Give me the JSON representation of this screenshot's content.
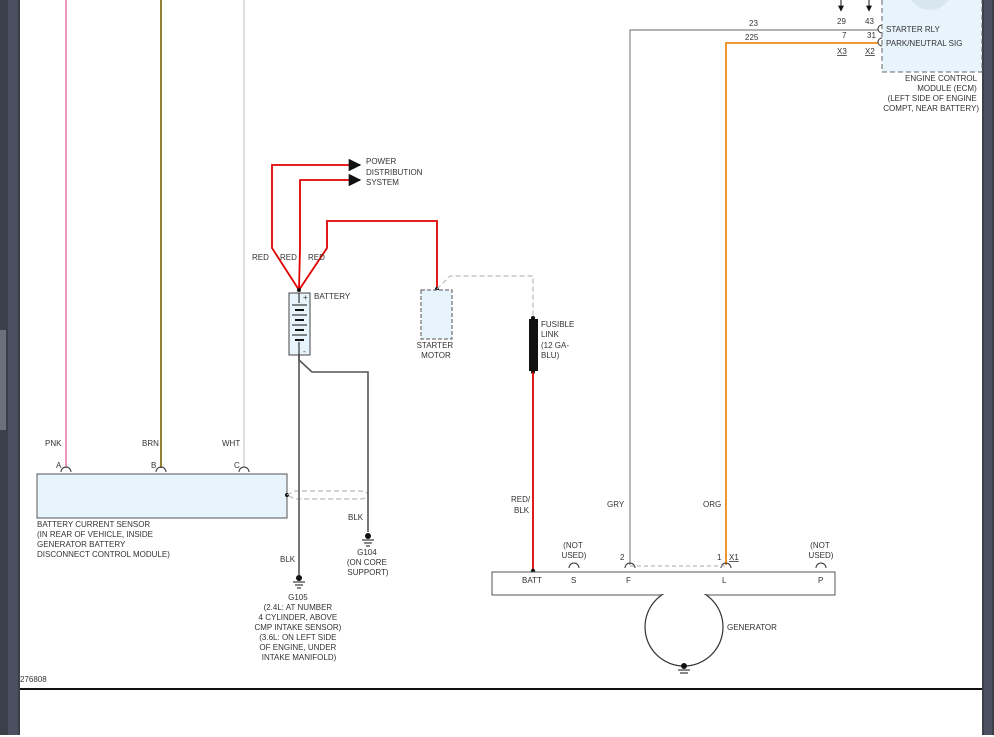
{
  "diagram": {
    "wire_colors": {
      "pnk": "#e97fb0",
      "brn": "#7a6400",
      "wht": "#d9d9d9",
      "red": "#e00000",
      "gry": "#9a9a9a",
      "org": "#f08a1a",
      "blk": "#555555",
      "module_fill": "#e8f4fc",
      "dashed": "#aaaaaa"
    },
    "wire_labels": {
      "pnk": "PNK",
      "brn": "BRN",
      "wht": "WHT",
      "red1": "RED",
      "red2": "RED",
      "red3": "RED",
      "blk_g104": "BLK",
      "blk_g105": "BLK",
      "red_blk_1": "RED/",
      "red_blk_2": "BLK",
      "gry": "GRY",
      "org": "ORG"
    },
    "power_distribution": [
      "POWER",
      "DISTRIBUTION",
      "SYSTEM"
    ],
    "battery": {
      "label": "BATTERY",
      "plus": "+",
      "minus": "-"
    },
    "starter_motor": [
      "STARTER",
      "MOTOR"
    ],
    "fusible_link": [
      "FUSIBLE",
      "LINK",
      "(12 GA-",
      "BLU)"
    ],
    "sensor": {
      "pins": [
        "A",
        "B",
        "C"
      ],
      "lines": [
        "BATTERY CURRENT SENSOR",
        "(IN REAR OF VEHICLE, INSIDE",
        "GENERATOR BATTERY",
        "DISCONNECT CONTROL MODULE)"
      ]
    },
    "g104": [
      "G104",
      "(ON CORE",
      "SUPPORT)"
    ],
    "g105": [
      "G105",
      "(2.4L: AT NUMBER",
      "4 CYLINDER, ABOVE",
      "CMP INTAKE SENSOR)",
      "(3.6L: ON LEFT SIDE",
      "OF ENGINE, UNDER",
      "INTAKE MANIFOLD)"
    ],
    "generator": {
      "label": "GENERATOR",
      "terminals": [
        "BATT",
        "S",
        "F",
        "L",
        "P"
      ],
      "not_used_s": [
        "(NOT",
        "USED)"
      ],
      "not_used_p": [
        "(NOT",
        "USED)"
      ],
      "pin_f": "2",
      "pin_l": "1",
      "conn_l": "X1"
    },
    "ecm": {
      "circuit_gry": "23",
      "circuit_org": "225",
      "pin_29": "29",
      "pin_43": "43",
      "pin_7": "7",
      "pin_31": "31",
      "conn_x3": "X3",
      "conn_x2": "X2",
      "starter_rly": "STARTER RLY",
      "park_neutral": "PARK/NEUTRAL SIG",
      "lines": [
        "ENGINE CONTROL",
        "MODULE (ECM)",
        "(LEFT SIDE OF ENGINE",
        "COMPT, NEAR BATTERY)"
      ]
    },
    "figure_id": "276808"
  }
}
